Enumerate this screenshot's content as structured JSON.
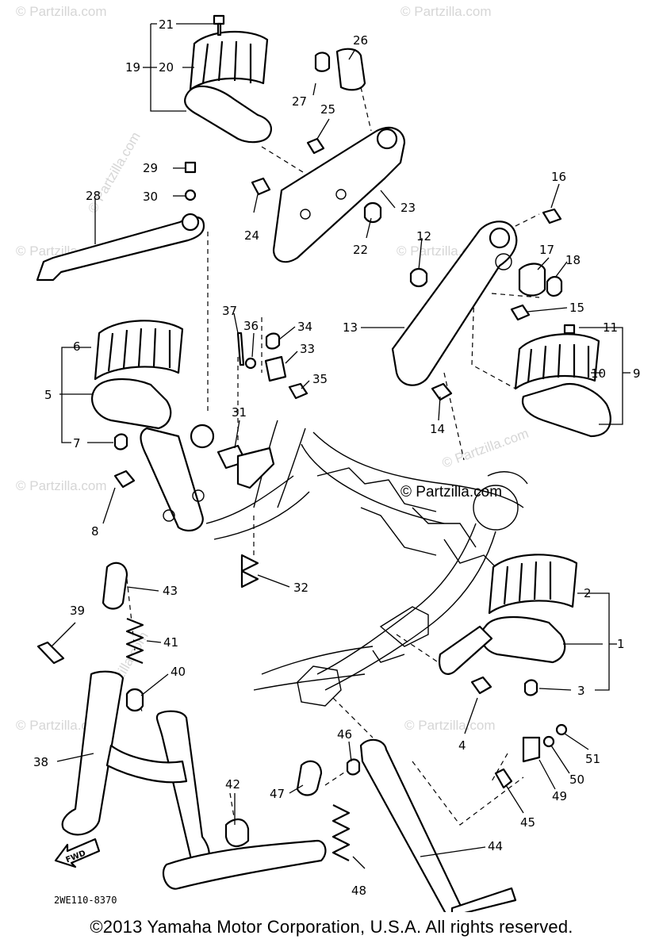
{
  "diagram_code": "2WE110-8370",
  "copyright": "©2013 Yamaha Motor Corporation, U.S.A. All rights reserved.",
  "watermark": "© Partzilla.com",
  "fwd_arrow_label": "FWD",
  "callouts": [
    "1",
    "2",
    "3",
    "4",
    "5",
    "6",
    "7",
    "8",
    "9",
    "10",
    "11",
    "12",
    "13",
    "14",
    "15",
    "16",
    "17",
    "18",
    "19",
    "20",
    "21",
    "22",
    "23",
    "24",
    "25",
    "26",
    "27",
    "28",
    "29",
    "30",
    "31",
    "32",
    "33",
    "34",
    "35",
    "36",
    "37",
    "38",
    "39",
    "40",
    "41",
    "42",
    "43",
    "44",
    "45",
    "46",
    "47",
    "48",
    "49",
    "50",
    "51"
  ],
  "colors": {
    "ink": "#000000",
    "watermark": "#d6d6d6",
    "background": "#ffffff"
  }
}
